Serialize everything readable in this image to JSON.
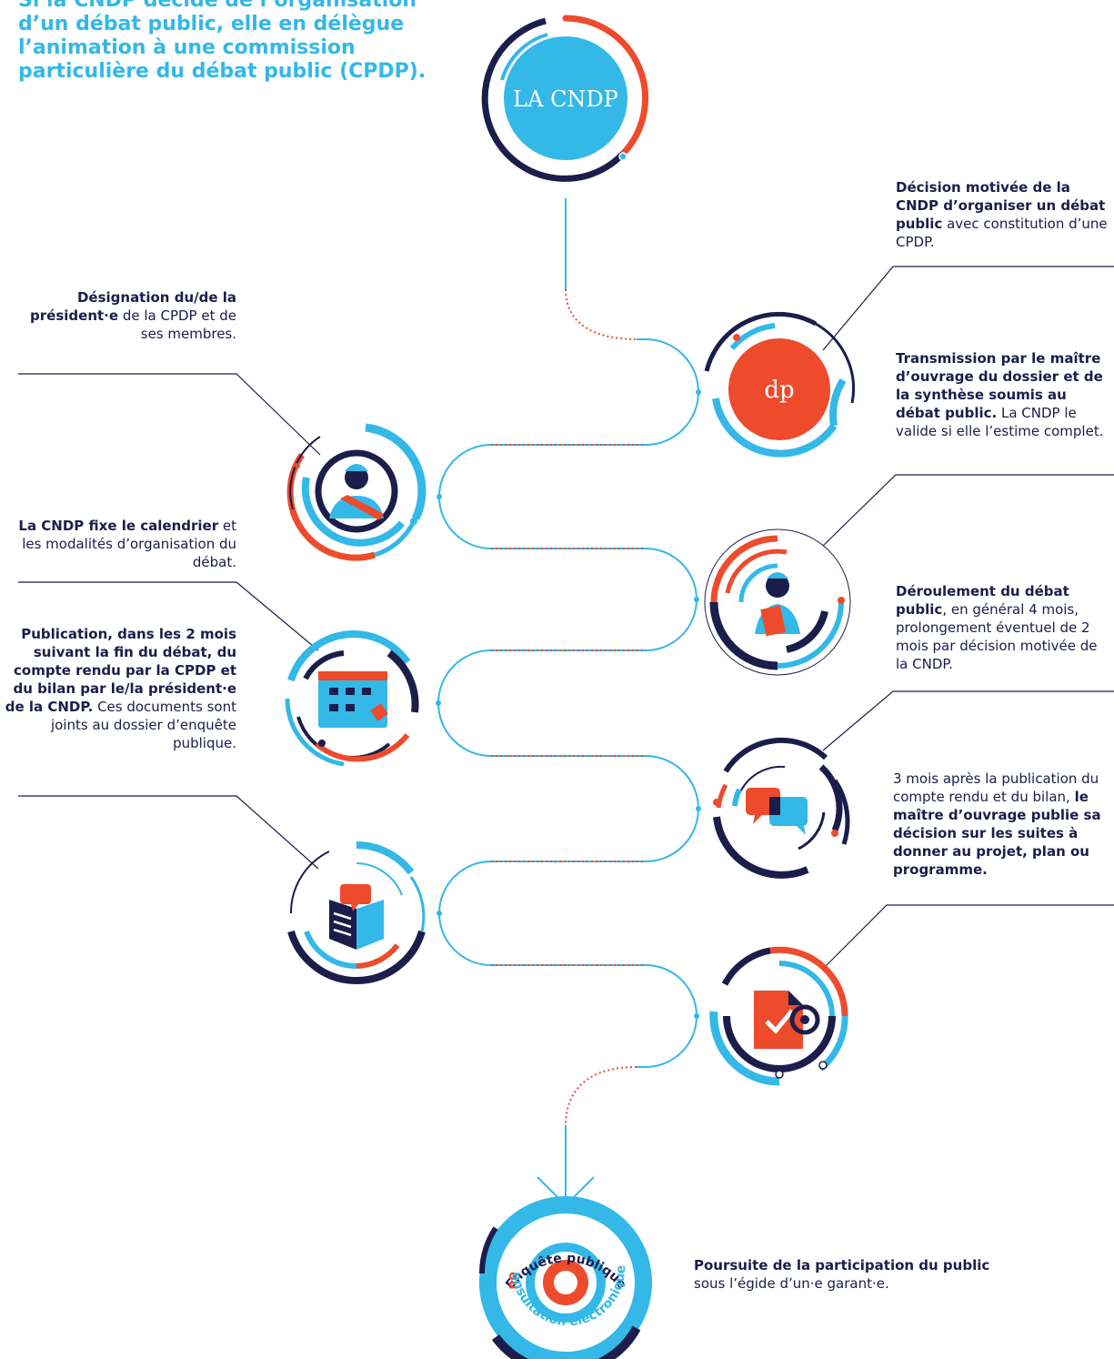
{
  "intro": "Si la CNDP décide de l’organisation d’un débat public, elle en délègue l’animation à une commission particulière du débat public (CPDP).",
  "logo_text": "LA CNDP",
  "dp_text": "dp",
  "colors": {
    "blue": "#33b8e8",
    "red": "#ee4a2c",
    "navy": "#1b1d4b"
  },
  "icons": [
    "cndp-logo-icon",
    "dp-logo-icon",
    "person-sash-icon",
    "person-document-icon",
    "calendar-icon",
    "chat-bubbles-icon",
    "book-report-icon",
    "document-check-icon"
  ],
  "steps": {
    "s1": {
      "bold": "Décision motivée de la CNDP d’organiser un débat public",
      "rest": " avec constitution d’une CPDP."
    },
    "s2": {
      "bold": "Désignation du/de la président·e",
      "rest": " de la CPDP et de ses membres."
    },
    "s3": {
      "bold": "Transmission par le maître d’ouvrage du dossier et de la synthèse soumis au débat public.",
      "rest": " La CNDP le valide si elle l’estime complet."
    },
    "s4": {
      "bold": "La CNDP fixe le calendrier",
      "rest": " et les modalités d’organisation du débat."
    },
    "s5": {
      "bold": "Déroulement du débat public",
      "rest": ", en général 4 mois, prolongement éventuel de 2 mois par décision motivée de la CNDP."
    },
    "s6": {
      "bold": "Publication, dans les 2 mois suivant la fin du débat, du compte rendu par la CPDP et du bilan par le/la président·e de la CNDP.",
      "rest": " Ces documents sont joints au dossier d’enquête publique."
    },
    "s7": {
      "pre": "3 mois après la publication du compte rendu et du bilan, ",
      "bold": "le maître d’ouvrage publie sa décision sur les suites à donner au projet, plan ou programme."
    },
    "s8": {
      "bold": "Poursuite de la participation du public",
      "rest": " sous l’égide d’un·e garant·e."
    }
  },
  "final_badge": {
    "top": "Enquête publique",
    "left": "ou",
    "bottom": "consultation électronique"
  }
}
